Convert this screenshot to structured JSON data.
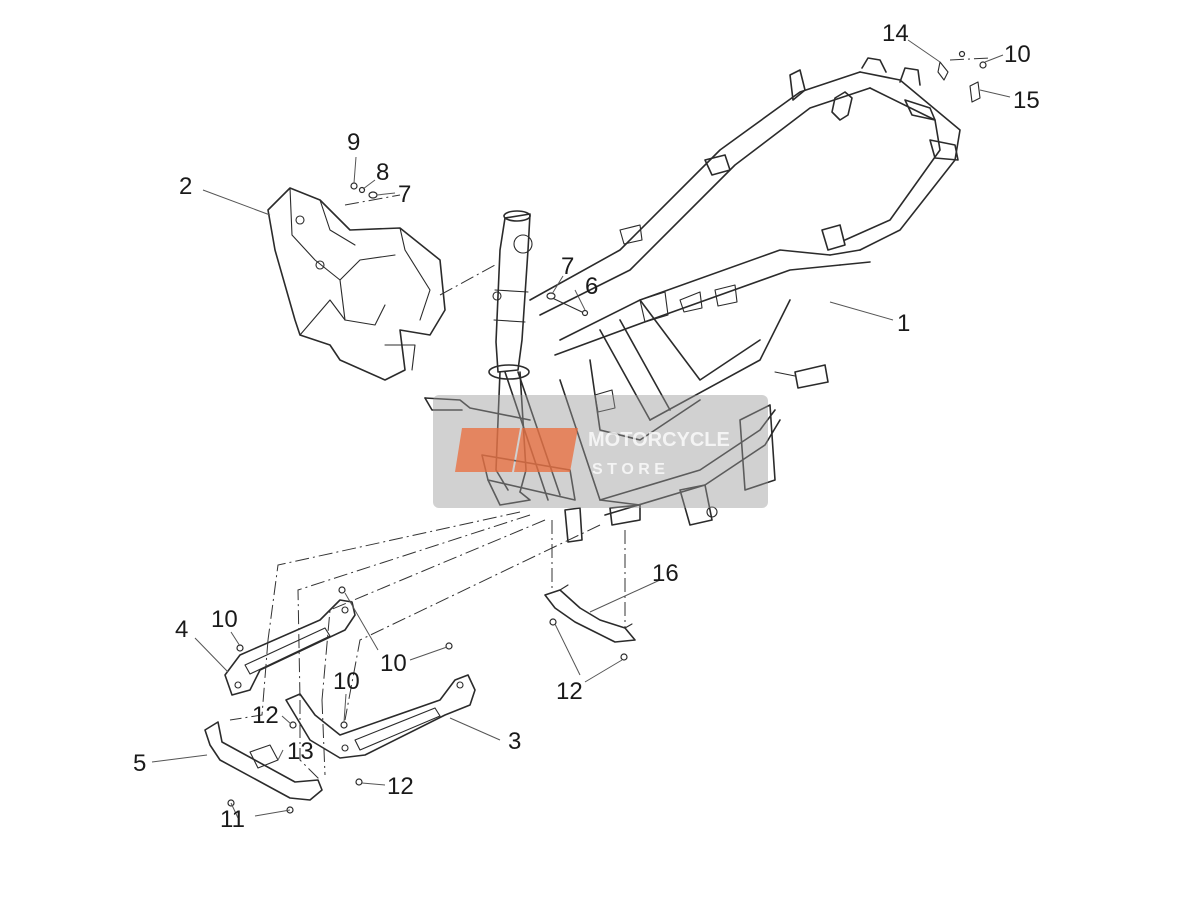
{
  "diagram": {
    "watermark": {
      "line1": "MOTORCYCLE",
      "line2": "S T O R E"
    },
    "callouts": [
      {
        "id": "c1",
        "label": "1"
      },
      {
        "id": "c2",
        "label": "2"
      },
      {
        "id": "c3",
        "label": "3"
      },
      {
        "id": "c4",
        "label": "4"
      },
      {
        "id": "c5",
        "label": "5"
      },
      {
        "id": "c6",
        "label": "6"
      },
      {
        "id": "c7a",
        "label": "7"
      },
      {
        "id": "c7b",
        "label": "7"
      },
      {
        "id": "c8",
        "label": "8"
      },
      {
        "id": "c9",
        "label": "9"
      },
      {
        "id": "c10a",
        "label": "10"
      },
      {
        "id": "c10b",
        "label": "10"
      },
      {
        "id": "c10c",
        "label": "10"
      },
      {
        "id": "c10d",
        "label": "10"
      },
      {
        "id": "c11",
        "label": "11"
      },
      {
        "id": "c12a",
        "label": "12"
      },
      {
        "id": "c12b",
        "label": "12"
      },
      {
        "id": "c12c",
        "label": "12"
      },
      {
        "id": "c13",
        "label": "13"
      },
      {
        "id": "c14",
        "label": "14"
      },
      {
        "id": "c15",
        "label": "15"
      },
      {
        "id": "c16",
        "label": "16"
      }
    ]
  }
}
